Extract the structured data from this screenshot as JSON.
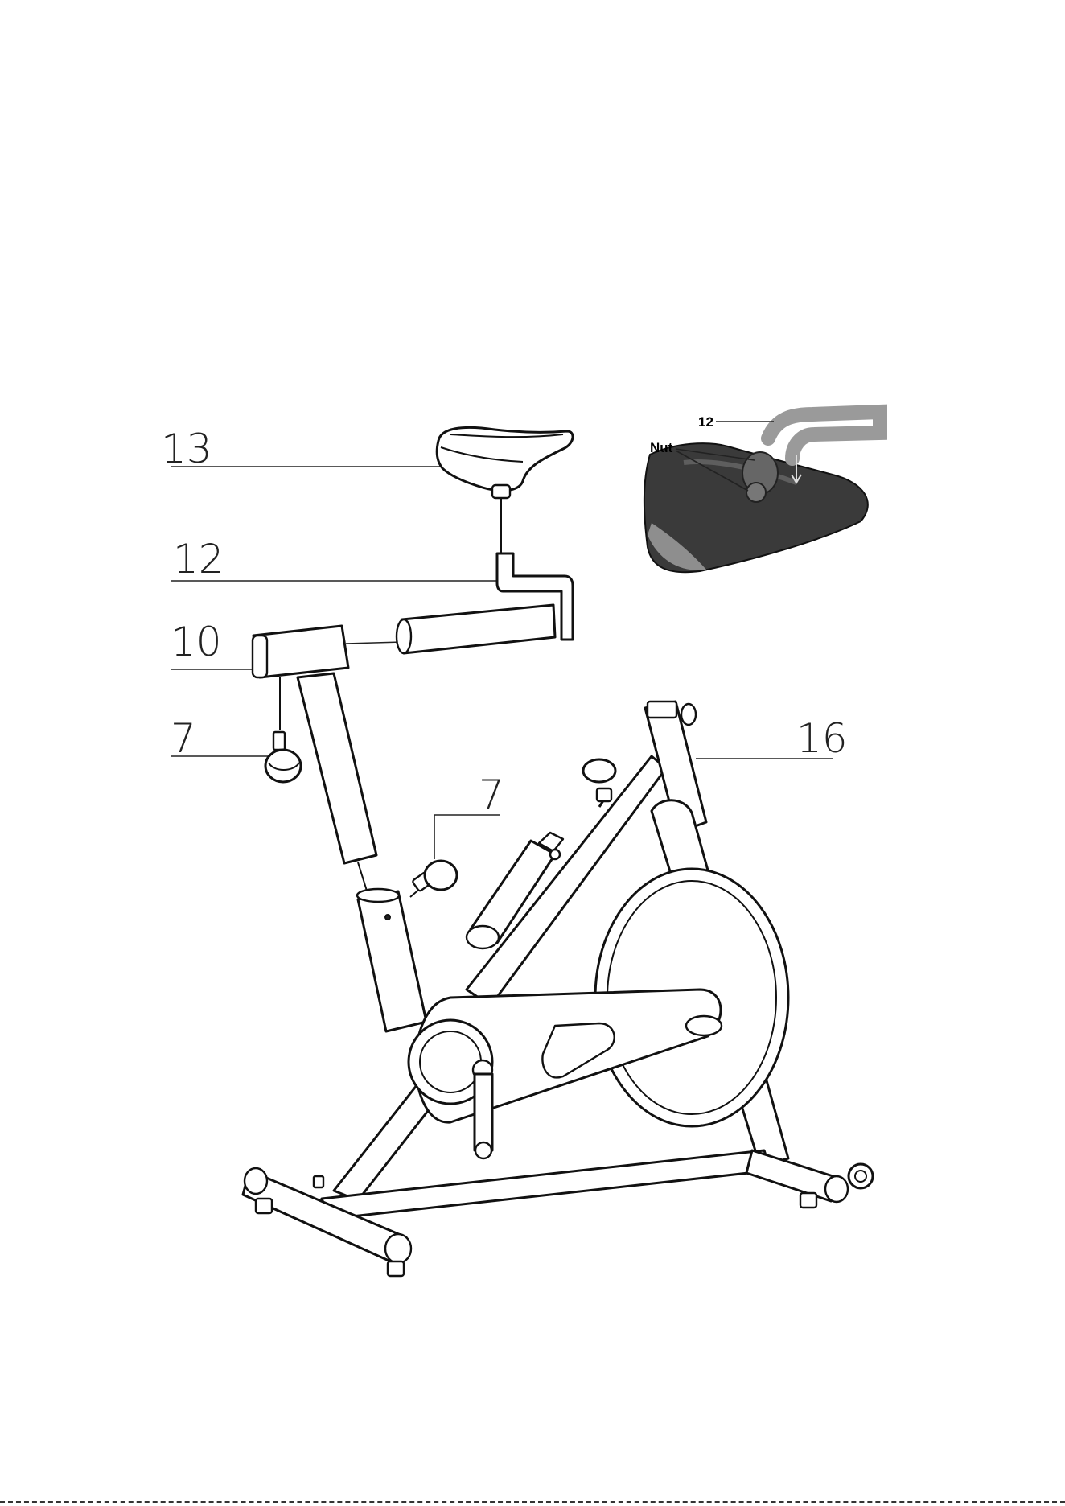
{
  "parts": {
    "seat": "13",
    "seat_post": "12",
    "seat_slider": "10",
    "knob_left": "7",
    "knob_center": "7",
    "frame": "16"
  },
  "inset": {
    "post_label": "12",
    "nut_label": "Nut"
  }
}
